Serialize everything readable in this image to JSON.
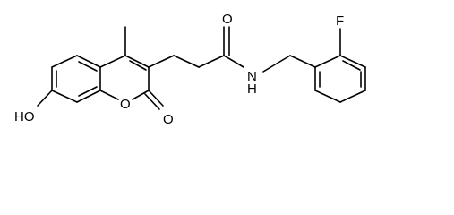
{
  "atoms": {
    "methyl": "",
    "carbonyl_o_amide": "O",
    "nh": "N",
    "nh_h": "H",
    "fluorine": "F",
    "ho": "HO",
    "ring_o": "O",
    "lactone_o": "O"
  }
}
